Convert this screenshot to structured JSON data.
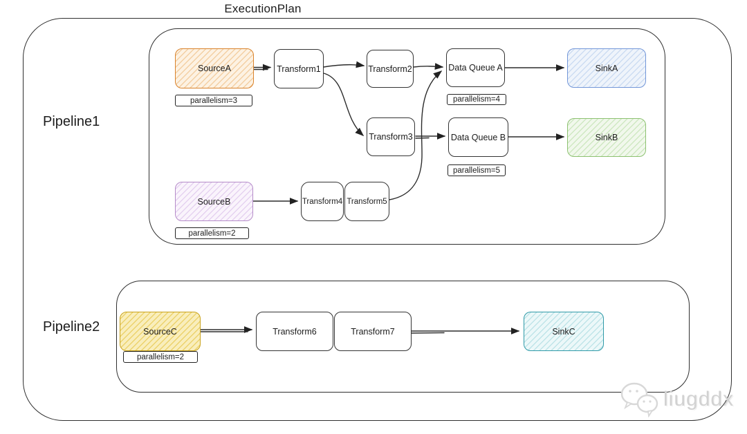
{
  "diagram": {
    "title": "ExecutionPlan",
    "pipelines": {
      "pipeline1": {
        "label": "Pipeline1",
        "nodes": {
          "sourceA": {
            "label": "SourceA",
            "parallelism": "parallelism=3",
            "color": "#d9822b"
          },
          "transform1": {
            "label": "Transform1"
          },
          "transform2": {
            "label": "Transform2"
          },
          "transform3": {
            "label": "Transform3"
          },
          "transform4": {
            "label": "Transform4"
          },
          "transform5": {
            "label": "Transform5"
          },
          "dataQueueA": {
            "label": "Data Queue A",
            "parallelism": "parallelism=4"
          },
          "dataQueueB": {
            "label": "Data Queue B",
            "parallelism": "parallelism=5"
          },
          "sourceB": {
            "label": "SourceB",
            "parallelism": "parallelism=2",
            "color": "#b58cc9"
          },
          "sinkA": {
            "label": "SinkA",
            "color": "#7296d8"
          },
          "sinkB": {
            "label": "SinkB",
            "color": "#8cc170"
          }
        },
        "edges": [
          {
            "from": "SourceA",
            "to": "Transform1"
          },
          {
            "from": "Transform1",
            "to": "Transform2"
          },
          {
            "from": "Transform1",
            "to": "Transform3"
          },
          {
            "from": "Transform2",
            "to": "Data Queue A"
          },
          {
            "from": "Transform3",
            "to": "Data Queue B"
          },
          {
            "from": "SourceB",
            "to": "Transform4"
          },
          {
            "from": "Transform4",
            "to": "Transform5"
          },
          {
            "from": "Transform5",
            "to": "Data Queue A"
          },
          {
            "from": "Data Queue A",
            "to": "SinkA"
          },
          {
            "from": "Data Queue B",
            "to": "SinkB"
          }
        ]
      },
      "pipeline2": {
        "label": "Pipeline2",
        "nodes": {
          "sourceC": {
            "label": "SourceC",
            "parallelism": "parallelism=2",
            "color": "#c9a21b"
          },
          "transform6": {
            "label": "Transform6"
          },
          "transform7": {
            "label": "Transform7"
          },
          "sinkC": {
            "label": "SinkC",
            "color": "#2f9aa8"
          }
        },
        "edges": [
          {
            "from": "SourceC",
            "to": "Transform6"
          },
          {
            "from": "Transform6",
            "to": "Transform7"
          },
          {
            "from": "Transform7",
            "to": "SinkC"
          }
        ]
      }
    }
  },
  "watermark": {
    "text": "liugddx",
    "icon": "wechat-icon"
  }
}
